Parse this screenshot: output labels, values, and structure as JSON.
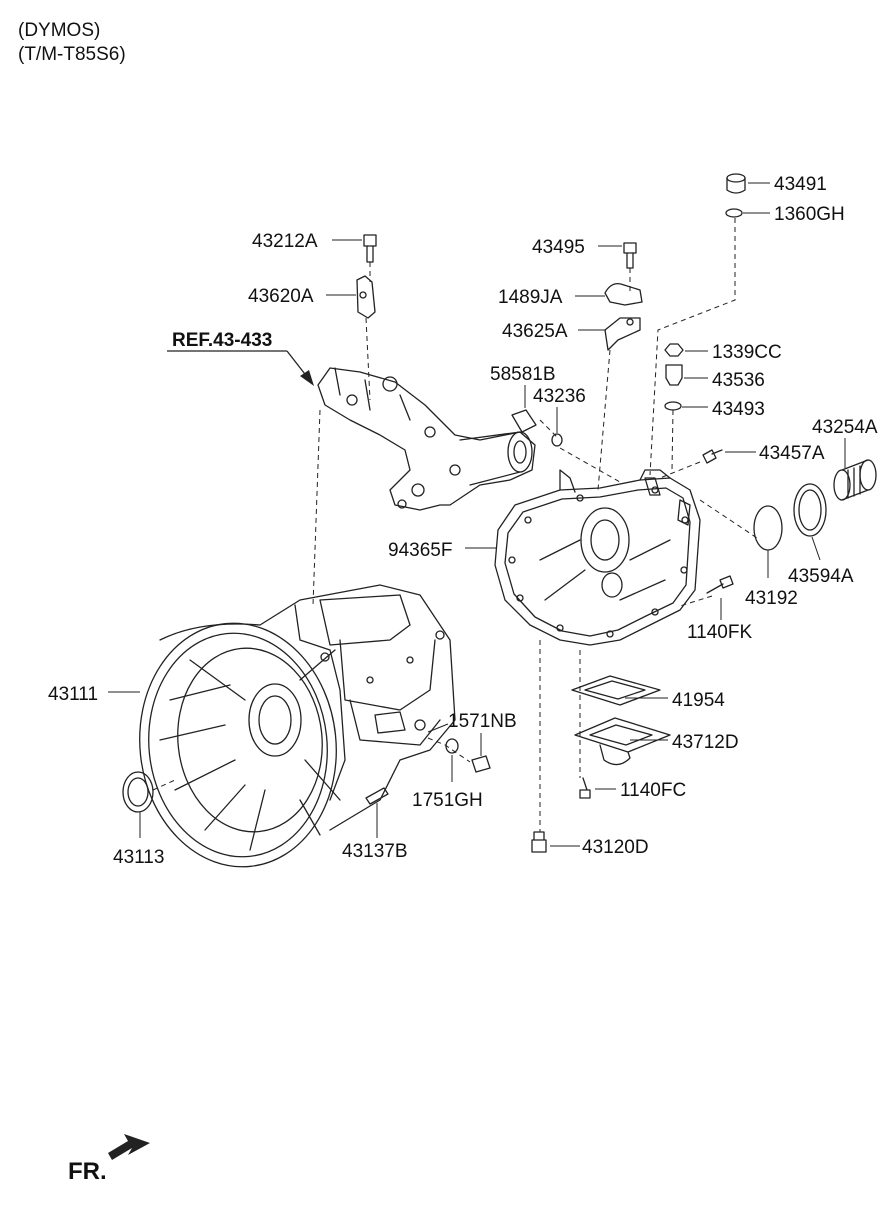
{
  "header": {
    "line1": "(DYMOS)",
    "line2": "(T/M-T85S6)"
  },
  "direction_label": "FR.",
  "reference": "REF.43-433",
  "parts": [
    {
      "id": "43491"
    },
    {
      "id": "1360GH"
    },
    {
      "id": "43212A"
    },
    {
      "id": "43495"
    },
    {
      "id": "43620A"
    },
    {
      "id": "1489JA"
    },
    {
      "id": "43625A"
    },
    {
      "id": "1339CC"
    },
    {
      "id": "58581B"
    },
    {
      "id": "43536"
    },
    {
      "id": "43236"
    },
    {
      "id": "43493"
    },
    {
      "id": "43254A"
    },
    {
      "id": "43457A"
    },
    {
      "id": "94365F"
    },
    {
      "id": "43192"
    },
    {
      "id": "43594A"
    },
    {
      "id": "1140FK"
    },
    {
      "id": "43111"
    },
    {
      "id": "41954"
    },
    {
      "id": "1571NB"
    },
    {
      "id": "43712D"
    },
    {
      "id": "1140FC"
    },
    {
      "id": "1751GH"
    },
    {
      "id": "43113"
    },
    {
      "id": "43137B"
    },
    {
      "id": "43120D"
    }
  ]
}
